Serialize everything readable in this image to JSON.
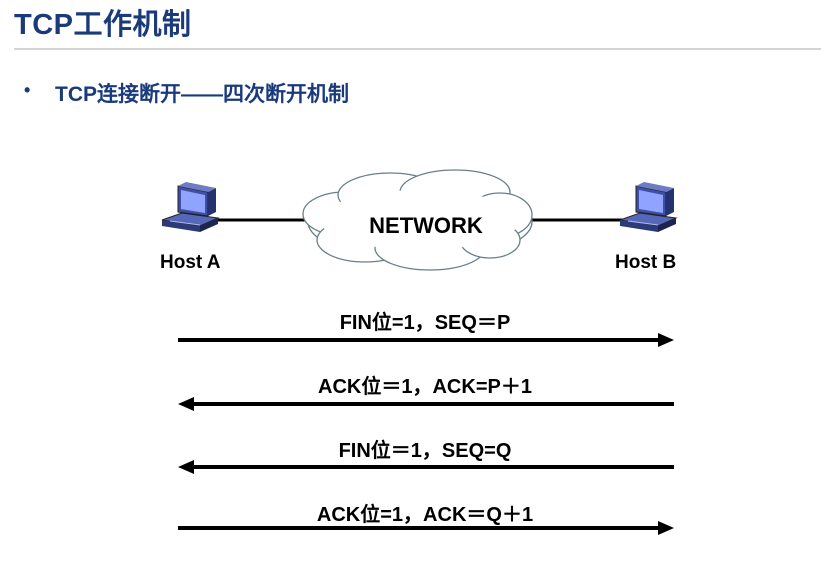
{
  "title": "TCP工作机制",
  "bullet": "TCP连接断开——四次断开机制",
  "network_label": "NETWORK",
  "hosts": {
    "a": "Host A",
    "b": "Host B"
  },
  "messages": [
    {
      "text": "FIN位=1，SEQ＝P",
      "direction": "A-to-B"
    },
    {
      "text": "ACK位＝1，ACK=P＋1",
      "direction": "B-to-A"
    },
    {
      "text": "FIN位＝1，SEQ=Q",
      "direction": "B-to-A"
    },
    {
      "text": "ACK位=1，ACK＝Q＋1",
      "direction": "A-to-B"
    }
  ],
  "colors": {
    "heading": "#1a3a7c",
    "computer": "#3f4fa3",
    "cloud_stroke": "#6a7f86"
  },
  "icons": {
    "host_a": "computer-icon",
    "host_b": "computer-icon",
    "network": "cloud-icon"
  }
}
